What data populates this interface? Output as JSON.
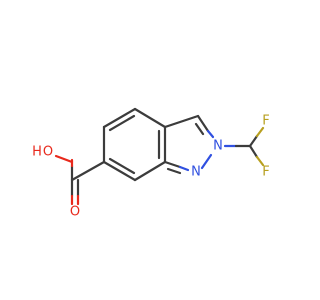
{
  "molecule": {
    "colors": {
      "carbon_bond": "#3c3c3c",
      "nitrogen": "#3050e0",
      "oxygen": "#e8291c",
      "fluorine": "#b8a020"
    },
    "atoms": {
      "n2": "N",
      "n1": "N",
      "f_top": "F",
      "f_bottom": "F",
      "o_hydroxyl": "O",
      "h_hydroxyl": "H",
      "o_carbonyl": "O"
    }
  }
}
